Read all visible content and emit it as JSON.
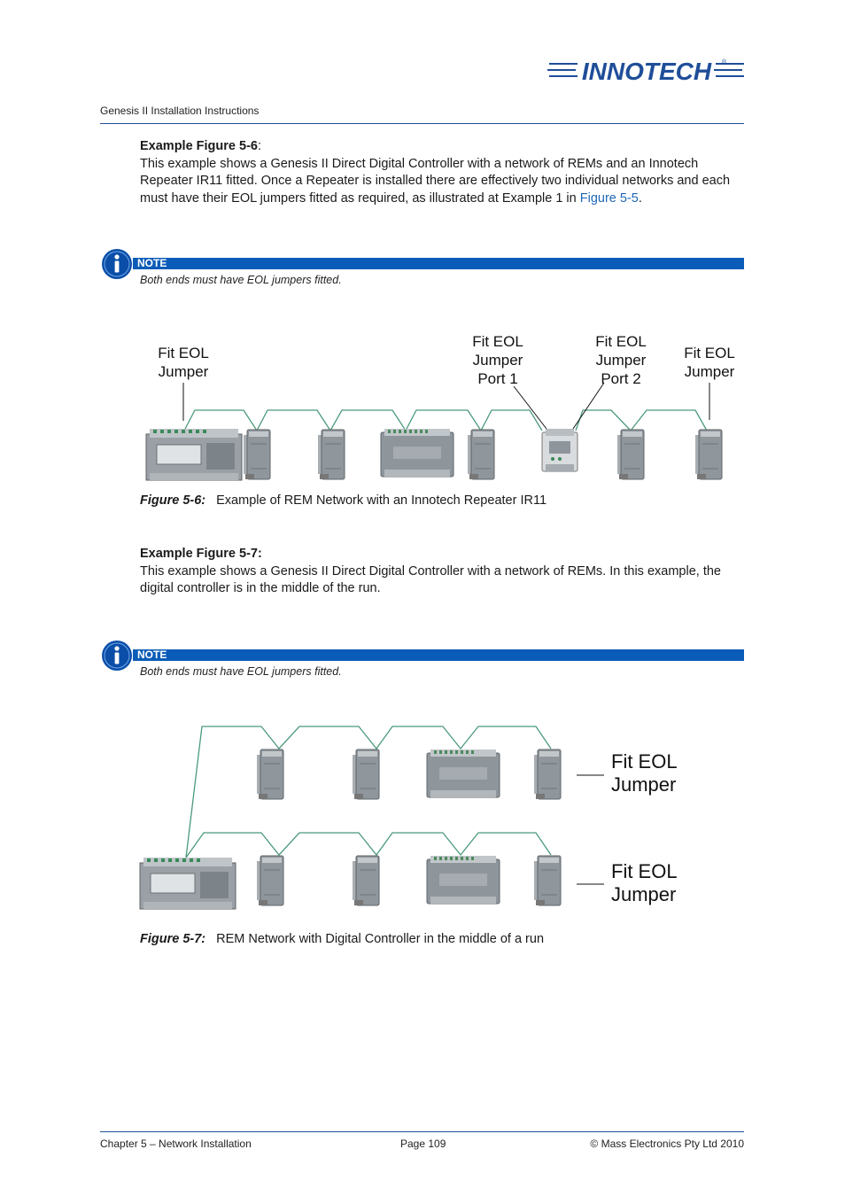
{
  "header": {
    "brand": "INNOTECH",
    "doc_title": "Genesis II Installation Instructions"
  },
  "section1": {
    "heading": "Example Figure 5-6",
    "heading_suffix": ":",
    "body_pre": "This example shows a Genesis II Direct Digital Controller with a network of REMs and an Innotech Repeater IR11 fitted.  Once a Repeater is installed there are effectively two individual networks and each must have their EOL jumpers fitted as required, as illustrated at Example 1 in ",
    "body_link": "Figure 5-5",
    "body_post": "."
  },
  "note1": {
    "label": "NOTE",
    "text": "Both ends must have EOL jumpers fitted."
  },
  "figure1": {
    "labels": {
      "left_l1": "Fit EOL",
      "left_l2": "Jumper",
      "p1_l1": "Fit EOL",
      "p1_l2": "Jumper",
      "p1_l3": "Port 1",
      "p2_l1": "Fit EOL",
      "p2_l2": "Jumper",
      "p2_l3": "Port 2",
      "right_l1": "Fit EOL",
      "right_l2": "Jumper"
    },
    "caption_number": "Figure 5-6:",
    "caption_text": "Example of REM Network with an Innotech Repeater IR11"
  },
  "section2": {
    "heading": "Example Figure 5-7:",
    "body": "This example shows a Genesis II Direct Digital Controller with a network of REMs.  In this example, the digital controller is in the middle of the run."
  },
  "note2": {
    "label": "NOTE",
    "text": "Both ends must have EOL jumpers fitted."
  },
  "figure2": {
    "labels": {
      "top_l1": "Fit EOL",
      "top_l2": "Jumper",
      "bottom_l1": "Fit EOL",
      "bottom_l2": "Jumper"
    },
    "caption_number": "Figure 5-7:",
    "caption_text": "REM Network with Digital Controller in the middle of a run"
  },
  "footer": {
    "chapter": "Chapter 5 – Network Installation",
    "page": "Page 109",
    "copyright": "©  Mass Electronics Pty Ltd  2010"
  },
  "colors": {
    "brand_blue": "#1f4e99",
    "note_blue": "#0b5cb8",
    "wire_green": "#4a9a7a"
  }
}
